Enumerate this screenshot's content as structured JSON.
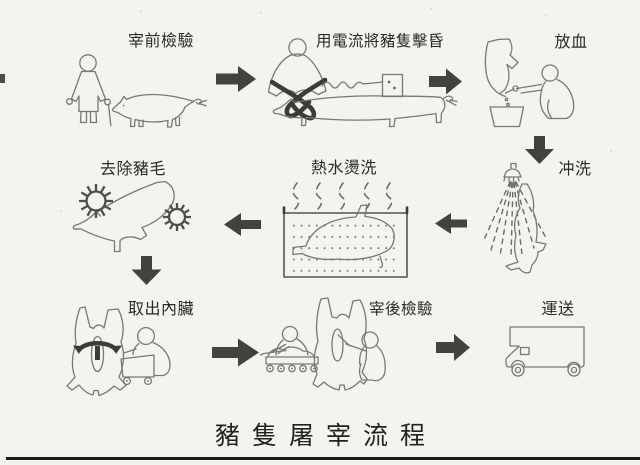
{
  "figure": {
    "type": "flowchart",
    "title": "豬隻屠宰流程",
    "stages": [
      {
        "id": "pre-slaughter-inspection",
        "label": "宰前檢驗"
      },
      {
        "id": "electric-stunning",
        "label": "用電流將豬隻擊昏"
      },
      {
        "id": "bleeding",
        "label": "放血"
      },
      {
        "id": "rinsing",
        "label": "冲洗"
      },
      {
        "id": "hot-water-scalding",
        "label": "熱水燙洗"
      },
      {
        "id": "dehairing",
        "label": "去除豬毛"
      },
      {
        "id": "evisceration",
        "label": "取出內臟"
      },
      {
        "id": "post-slaughter-inspection",
        "label": "宰後檢驗"
      },
      {
        "id": "transport",
        "label": "運送"
      }
    ],
    "flow_arrows": [
      {
        "direction": "right",
        "from": "宰前檢驗",
        "to": "用電流將豬隻擊昏"
      },
      {
        "direction": "right",
        "from": "用電流將豬隻擊昏",
        "to": "放血"
      },
      {
        "direction": "down",
        "from": "放血",
        "to": "冲洗"
      },
      {
        "direction": "left",
        "from": "冲洗",
        "to": "熱水燙洗"
      },
      {
        "direction": "left",
        "from": "熱水燙洗",
        "to": "去除豬毛"
      },
      {
        "direction": "down",
        "from": "去除豬毛",
        "to": "取出內臟"
      },
      {
        "direction": "right",
        "from": "取出內臟",
        "to": "宰後檢驗"
      },
      {
        "direction": "right",
        "from": "宰後檢驗",
        "to": "運送"
      }
    ],
    "colors": {
      "paper": "#f4f3ee",
      "line": "#7a7874",
      "arrow": "#434240",
      "text": "#2c2a26",
      "scan_edge": "#1e1d1b"
    }
  }
}
